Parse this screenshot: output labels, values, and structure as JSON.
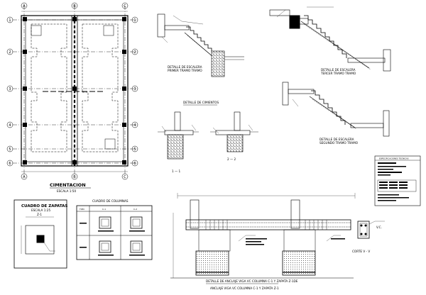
{
  "plan": {
    "title": "CIMENTACION",
    "subtitle": "ESCALA 1:50",
    "axis_letters": [
      "A",
      "B",
      "C"
    ],
    "axis_numbers": [
      "1",
      "2",
      "3",
      "4",
      "5",
      "6"
    ]
  },
  "stair1": {
    "title": "DETALLE DE ESCALERA",
    "subtitle": "PRIMER TRAMO TRAMO"
  },
  "stair2": {
    "title": "DETALLE DE ESCALERA",
    "subtitle": "TERCER TRAMO TRAMO"
  },
  "stair3": {
    "title": "DETALLE DE ESCALERA",
    "subtitle": "SEGUNDO TRAMO TRAMO"
  },
  "cimientos": {
    "title": "DETALLE DE CIMIENTOS",
    "cut_a": "1 — 1",
    "cut_b": "2 — 2"
  },
  "zapatas": {
    "title": "CUADRO DE ZAPATAS",
    "subtitle": "ESCALA 1:25",
    "label": "Z-1"
  },
  "columnas": {
    "title": "CUADRO DE COLUMNAS",
    "headers": [
      "TIPO",
      "C-1",
      "C-2"
    ]
  },
  "viga": {
    "title": "DETALLE DE ANCLAJE VIGA VC COLUMNA C-1 Y ZAPATA Z-1DE",
    "subtitle": "ANCLAJE VIGA VC COLUMNA C-1 Y ZAPATA Z-1",
    "corte": "CORTE V - V",
    "vc": "V.C."
  },
  "specs": {
    "title": "ESPECIFICACIONES TECNICAS"
  }
}
